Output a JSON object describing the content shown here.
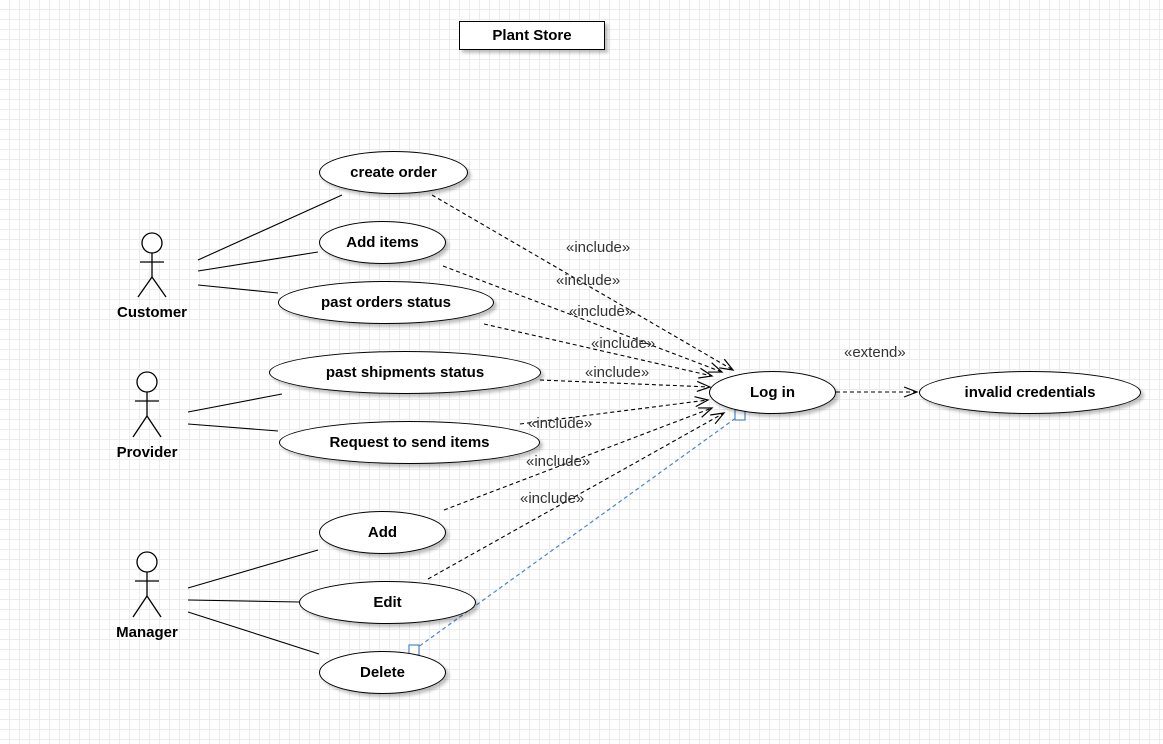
{
  "title": "Plant Store",
  "actors": {
    "customer": "Customer",
    "provider": "Provider",
    "manager": "Manager"
  },
  "use_cases": {
    "create_order": "create order",
    "add_items": "Add items",
    "past_orders_status": "past orders status",
    "past_shipments_status": "past shipments status",
    "request_to_send_items": "Request to send items",
    "add": "Add",
    "edit": "Edit",
    "delete": "Delete",
    "log_in": "Log in",
    "invalid_credentials": "invalid credentials"
  },
  "relations": {
    "include": [
      "«include»",
      "«include»",
      "«include»",
      "«include»",
      "«include»",
      "«include»",
      "«include»",
      "«include»"
    ],
    "extend": "«extend»"
  },
  "colors": {
    "line": "#000000",
    "selected_edge": "#4a86c8",
    "grid": "#ececec"
  }
}
